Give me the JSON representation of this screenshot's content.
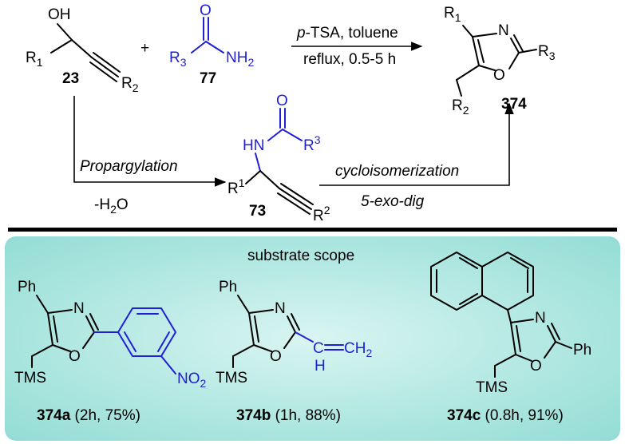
{
  "reaction": {
    "reactant1_id": "23",
    "reactant2_id": "77",
    "intermediate_id": "73",
    "product_id": "374",
    "atoms": {
      "OH": "OH",
      "R": "R",
      "one": "1",
      "two": "2",
      "three": "3",
      "O": "O",
      "N": "N",
      "NH": "NH",
      "HN": "HN",
      "plus": "+",
      "H2": "H",
      "sub2": "2"
    },
    "conditions": {
      "reagent_italic": "p",
      "reagent_rest": "-TSA, toluene",
      "conditions_line2": "reflux, 0.5-5 h",
      "step1_label": "Propargylation",
      "step1_sub_prefix": "-H",
      "step1_sub_sub": "2",
      "step1_sub_suffix": "O",
      "step2_label": "cycloisomerization",
      "step2_sub": "5-exo-dig"
    }
  },
  "scope": {
    "title": "substrate scope",
    "box_color": "#9fe3dc",
    "labels": {
      "Ph": "Ph",
      "TMS": "TMS",
      "NO2_N": "NO",
      "NO2_sub": "2",
      "CH2": "CH",
      "CH2_sub": "2",
      "H": "H",
      "C": "C"
    },
    "items": [
      {
        "id": "374a",
        "detail": " (2h, 75%)"
      },
      {
        "id": "374b",
        "detail": " (1h, 88%)"
      },
      {
        "id": "374c",
        "detail": " (0.8h, 91%)"
      }
    ]
  },
  "colors": {
    "highlight": "#1f1fd6",
    "panel": "#9fe3dc"
  }
}
